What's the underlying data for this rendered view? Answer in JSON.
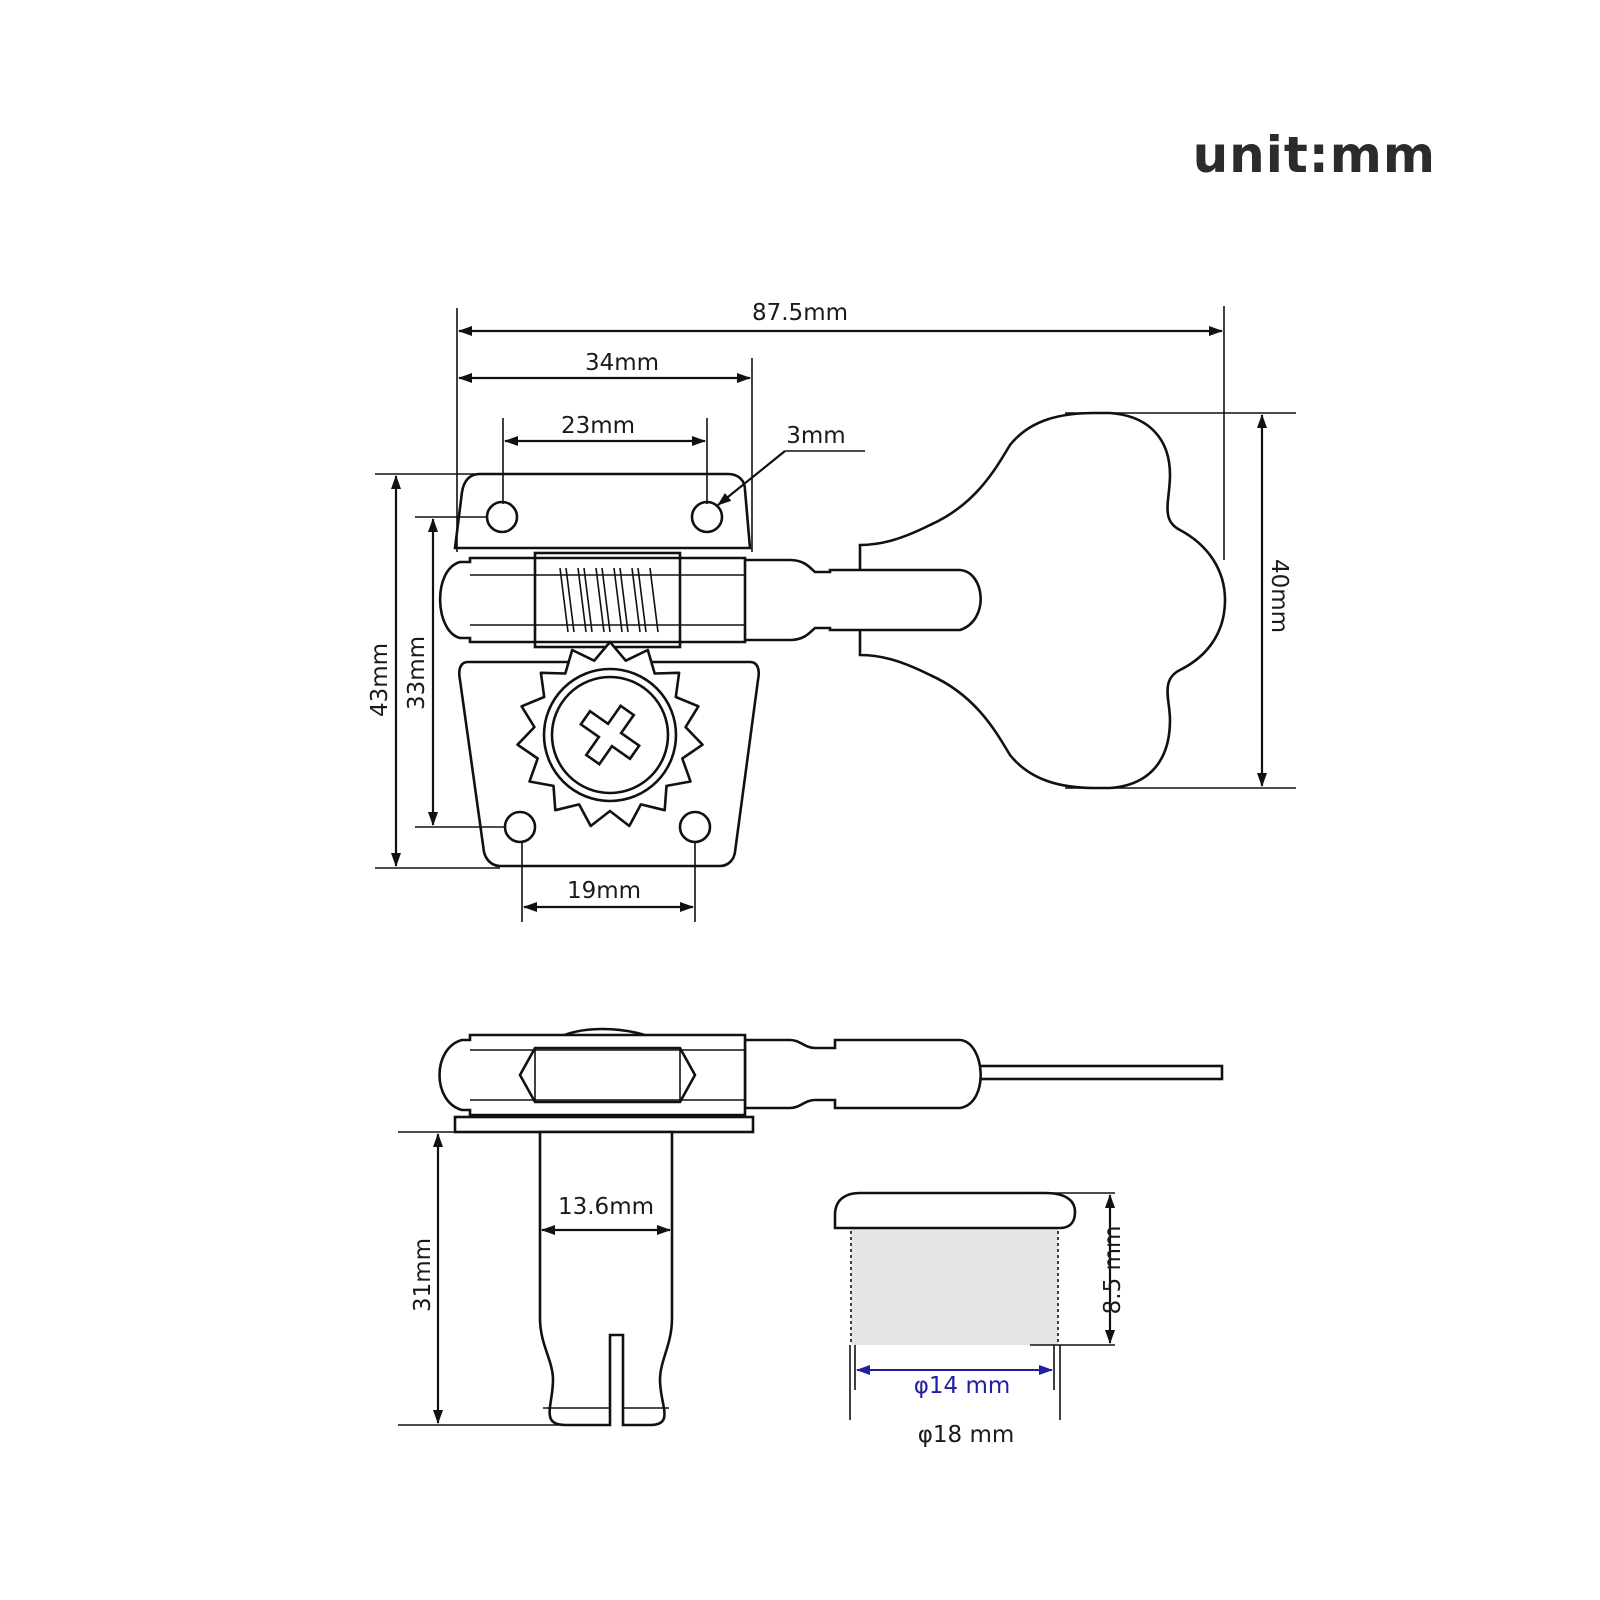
{
  "unit_label": "unit:mm",
  "dimensions": {
    "total_length": "87.5mm",
    "plate_width": "34mm",
    "top_hole_spacing": "23mm",
    "hole_diameter": "3mm",
    "plate_height": "43mm",
    "hole_vertical_spacing": "33mm",
    "button_height": "40mm",
    "bottom_hole_spacing": "19mm",
    "post_diameter": "13.6mm",
    "post_height": "31mm",
    "bushing_height": "8.5 mm",
    "bushing_inner_diameter": "φ14 mm",
    "bushing_outer_diameter": "φ18 mm"
  },
  "colors": {
    "line": "#111111",
    "inner_diameter_label": "#1f1fa0",
    "bushing_fill": "#e6e6e6"
  }
}
